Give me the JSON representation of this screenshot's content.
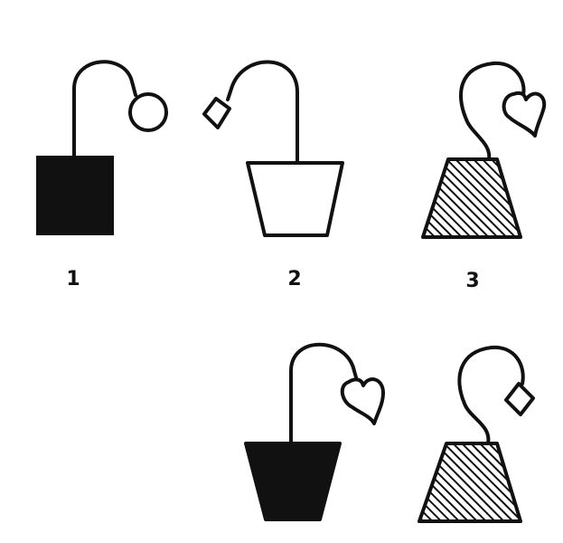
{
  "labels": {
    "figure_1": "1",
    "figure_2": "2",
    "figure_3": "3"
  },
  "colors": {
    "ink": "#111111",
    "paper": "#ffffff"
  },
  "figures": [
    {
      "id": "figure-1",
      "container": "rectangle",
      "fill": "solid",
      "symbol": "circle"
    },
    {
      "id": "figure-2",
      "container": "trapezoid",
      "fill": "empty",
      "symbol": "diamond"
    },
    {
      "id": "figure-3",
      "container": "trapezoid",
      "fill": "hatched",
      "symbol": "heart"
    },
    {
      "id": "option-a",
      "container": "trapezoid",
      "fill": "solid",
      "symbol": "heart"
    },
    {
      "id": "option-b",
      "container": "trapezoid",
      "fill": "hatched",
      "symbol": "diamond"
    }
  ]
}
